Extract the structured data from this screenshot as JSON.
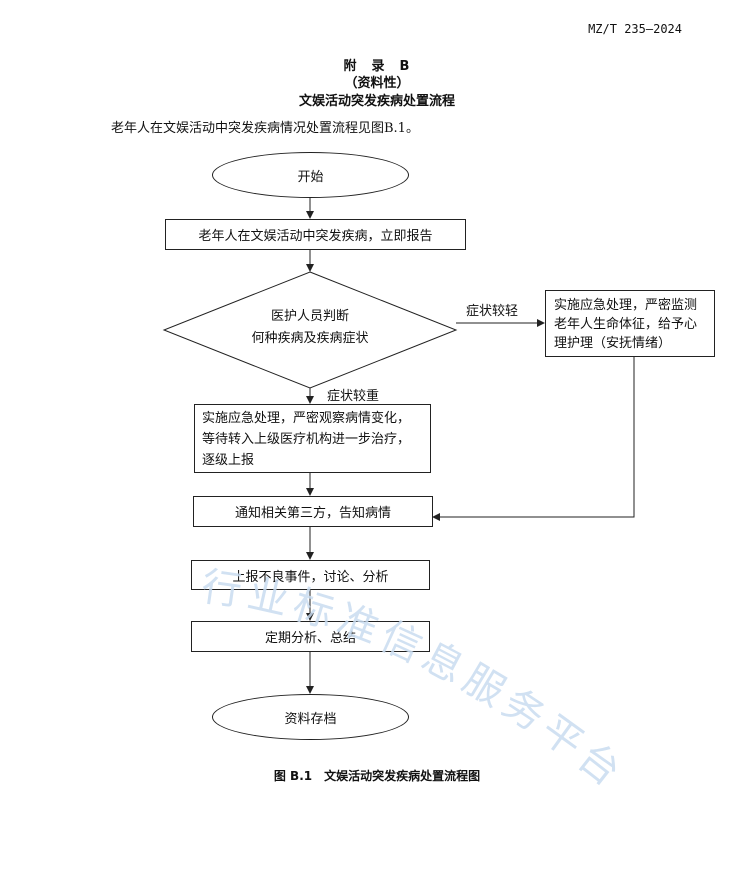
{
  "header": {
    "doc_code": "MZ/T 235—2024"
  },
  "appendix": {
    "title": "附　录　B",
    "nature": "（资料性）",
    "heading": "文娱活动突发疾病处置流程"
  },
  "intro_text": "老年人在文娱活动中突发疾病情况处置流程见图B.1。",
  "flow": {
    "start": "开始",
    "report": "老年人在文娱活动中突发疾病，立即报告",
    "judge_line1": "医护人员判断",
    "judge_line2": "何种疾病及疾病症状",
    "label_mild": "症状较轻",
    "label_severe": "症状较重",
    "mild_lines": [
      "实施应急处理，严密监测",
      "老年人生命体征，给予心",
      "理护理（安抚情绪）"
    ],
    "severe_lines": [
      "实施应急处理，严密观察病情变化，",
      "等待转入上级医疗机构进一步治疗，",
      "逐级上报"
    ],
    "notify": "通知相关第三方，告知病情",
    "adverse": "上报不良事件，讨论、分析",
    "summary": "定期分析、总结",
    "archive": "资料存档"
  },
  "figure_caption": "图 B.1　文娱活动突发疾病处置流程图",
  "watermark_text": "行业标准信息服务平台",
  "colors": {
    "line": "#222222",
    "watermark": "#c9dcf0"
  }
}
